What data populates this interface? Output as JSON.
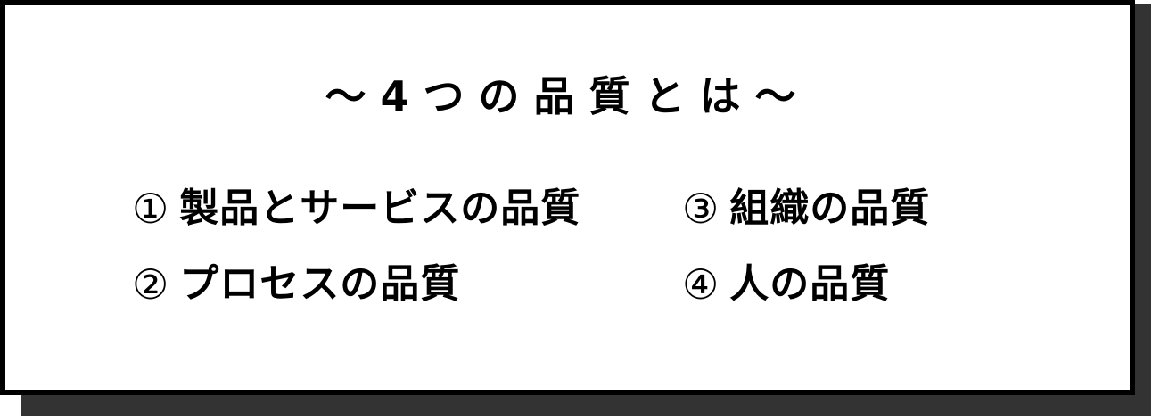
{
  "card": {
    "title": "～4つの品質とは～",
    "border_color": "#000000",
    "shadow_color": "#333333",
    "background": "#ffffff",
    "items": [
      {
        "number": "①",
        "label": "製品とサービスの品質"
      },
      {
        "number": "②",
        "label": "プロセスの品質"
      },
      {
        "number": "③",
        "label": "組織の品質"
      },
      {
        "number": "④",
        "label": "人の品質"
      }
    ]
  }
}
